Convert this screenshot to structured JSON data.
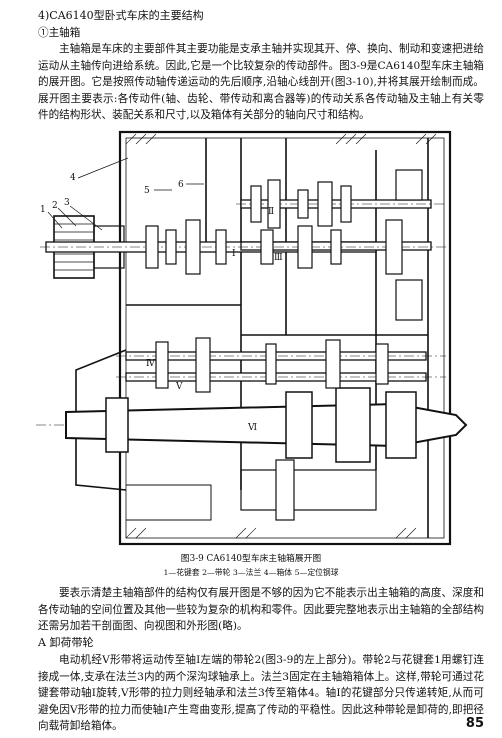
{
  "heading": "4)CA6140型卧式车床的主要结构",
  "subheading": "①主轴箱",
  "intro_paragraph": "主轴箱是车床的主要部件其主要功能是支承主轴并实现其开、停、换向、制动和变速把进给运动从主轴传向进给系统。因此,它是一个比较复杂的传动部件。图3-9是CA6140型车床主轴箱的展开图。它是按照传动轴传递运动的先后顺序,沿轴心线剖开(图3-10),并将其展开绘制而成。展开图主要表示:各传动件(轴、齿轮、带传动和离合器等)的传动关系各传动轴及主轴上有关零件的结构形状、装配关系和尺寸,以及箱体有关部分的轴向尺寸和结构。",
  "figure": {
    "part_labels": [
      "1",
      "2",
      "3",
      "4",
      "5",
      "6"
    ],
    "shaft_labels": [
      "Ⅰ",
      "Ⅱ",
      "Ⅲ",
      "Ⅳ",
      "Ⅴ",
      "Ⅵ"
    ],
    "caption": "图3-9 CA6140型车床主轴箱展开图",
    "legend": "1—花键套 2—带轮 3—法兰 4—箱体 5—定位钢球"
  },
  "body_paragraph": "要表示清楚主轴箱部件的结构仅有展开图是不够的因为它不能表示出主轴箱的高度、深度和各传动轴的空间位置及其他一些较为复杂的机构和零件。因此要完整地表示出主轴箱的全部结构还需另加若干剖面图、向视图和外形图(略)。",
  "section_heading": "A 卸荷带轮",
  "last_paragraph": "电动机经V形带将运动传至轴Ⅰ左端的带轮2(图3-9的左上部分)。带轮2与花键套1用螺钉连接成一体,支承在法兰3内的两个深沟球轴承上。法兰3固定在主轴箱箱体上。这样,带轮可通过花键套带动轴Ⅰ旋转,V形带的拉力则经轴承和法兰3传至箱体4。轴Ⅰ的花键部分只传递转矩,从而可避免因V形带的拉力而使轴Ⅰ产生弯曲变形,提高了传动的平稳性。因此这种带轮是卸荷的,即把径向载荷卸给箱体。",
  "page_number": "85",
  "colors": {
    "ink": "#111111",
    "paper": "#ffffff"
  }
}
